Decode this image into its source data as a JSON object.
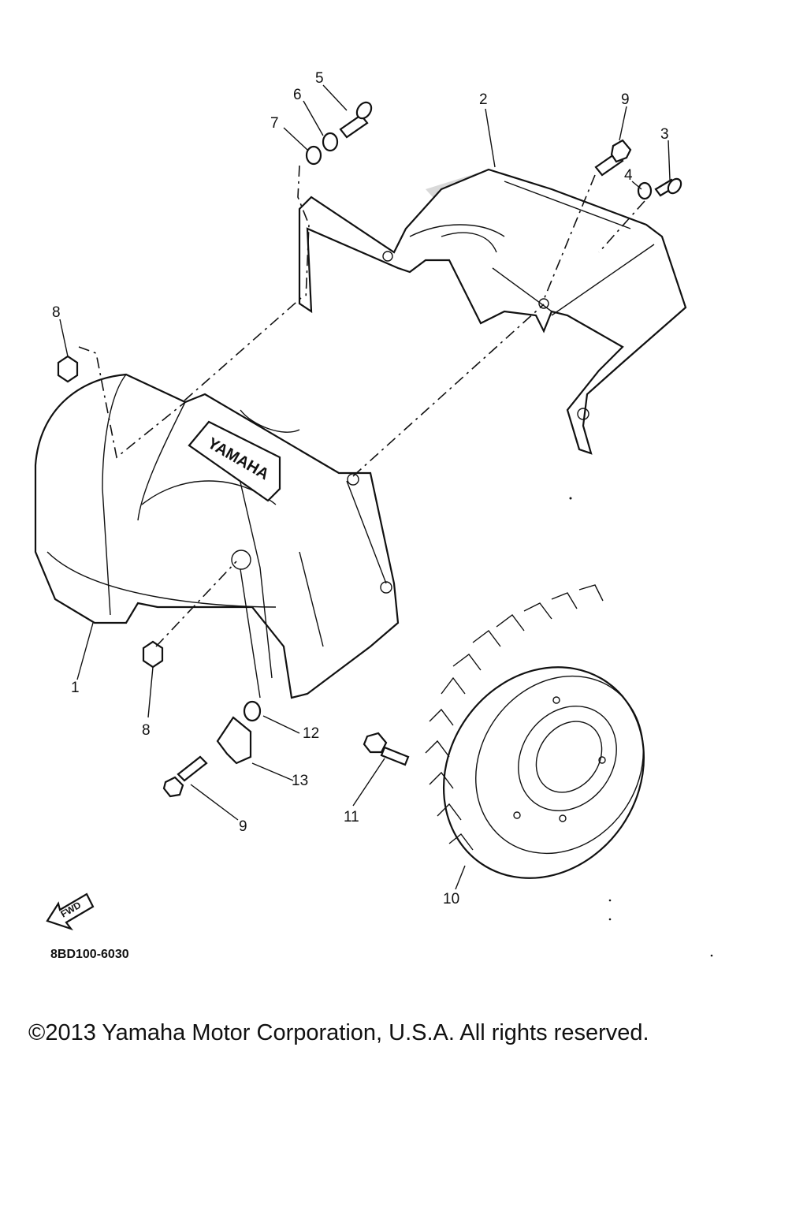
{
  "diagram": {
    "callouts": [
      {
        "id": "c5",
        "label": "5"
      },
      {
        "id": "c6",
        "label": "6"
      },
      {
        "id": "c7",
        "label": "7"
      },
      {
        "id": "c2",
        "label": "2"
      },
      {
        "id": "c9a",
        "label": "9"
      },
      {
        "id": "c3",
        "label": "3"
      },
      {
        "id": "c4",
        "label": "4"
      },
      {
        "id": "c8a",
        "label": "8"
      },
      {
        "id": "c1",
        "label": "1"
      },
      {
        "id": "c8b",
        "label": "8"
      },
      {
        "id": "c12",
        "label": "12"
      },
      {
        "id": "c13",
        "label": "13"
      },
      {
        "id": "c9b",
        "label": "9"
      },
      {
        "id": "c11",
        "label": "11"
      },
      {
        "id": "c10",
        "label": "10"
      }
    ],
    "cover_logo_text": "YAMAHA",
    "fwd_label": "FWD",
    "diagram_code": "8BD100-6030"
  },
  "footer": {
    "copyright": "©2013 Yamaha Motor Corporation, U.S.A. All rights reserved."
  }
}
